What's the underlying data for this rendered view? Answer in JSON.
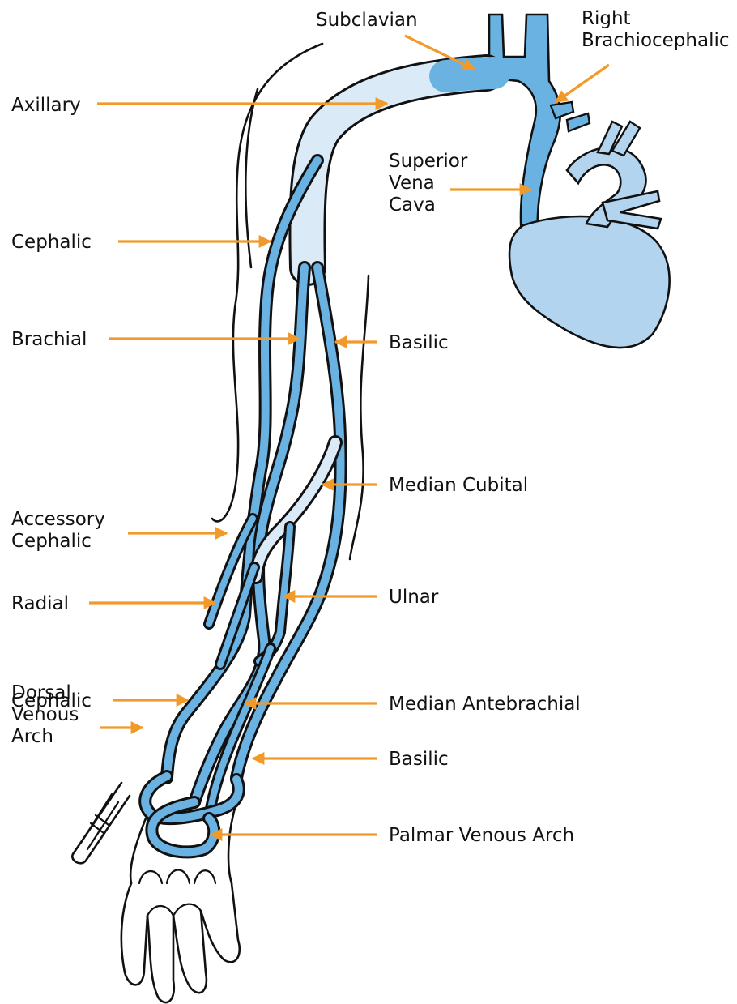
{
  "colors": {
    "vein_dark": "#6ab2e2",
    "vein_mid": "#8fc4ea",
    "vein_light": "#dbeaf7",
    "heart": "#b3d4ef",
    "arrow": "#f19a2a",
    "outline": "#111111"
  },
  "labels": {
    "subclavian": "Subclavian",
    "right_brachiocephalic": [
      "Right",
      "Brachiocephalic"
    ],
    "axillary": "Axillary",
    "superior_vena_cava": [
      "Superior",
      "Vena",
      "Cava"
    ],
    "cephalic_upper": "Cephalic",
    "brachial": "Brachial",
    "basilic_upper": "Basilic",
    "median_cubital": "Median Cubital",
    "accessory_cephalic": [
      "Accessory",
      "Cephalic"
    ],
    "radial": "Radial",
    "ulnar": "Ulnar",
    "cephalic_lower": "Cephalic",
    "median_antebrachial": "Median Antebrachial",
    "basilic_lower": "Basilic",
    "dorsal_venous_arch": [
      "Dorsal",
      "Venous",
      "Arch"
    ],
    "palmar_venous_arch": "Palmar Venous Arch"
  }
}
